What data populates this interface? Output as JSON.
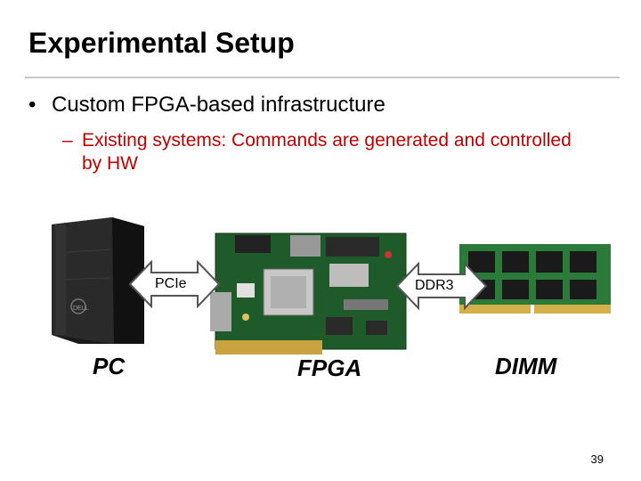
{
  "slide": {
    "title": "Experimental Setup",
    "bullet": "Custom FPGA-based infrastructure",
    "sub_bullet_dash": "–",
    "sub_bullet_line1": "Existing systems: Commands are generated and controlled",
    "sub_bullet_line2": "by HW",
    "page_number": "39"
  },
  "figure": {
    "pc_label": "PC",
    "fpga_label": "FPGA",
    "dimm_label": "DIMM",
    "pcie_label": "PCIe",
    "ddr3_label": "DDR3"
  },
  "colors": {
    "sub_bullet": "#c00000",
    "board_green": "#1e5a2a",
    "dimm_green": "#2b7a3a"
  }
}
